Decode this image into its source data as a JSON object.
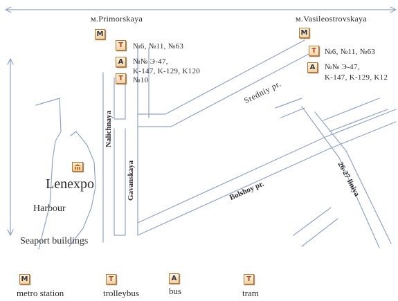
{
  "stations": {
    "primorskaya": {
      "name": "м.Primorskaya",
      "metro_badge": "M",
      "trolley_badge": "T",
      "trolley_routes": "№6, №11, №63",
      "bus_badge": "A",
      "bus_routes_1": "№№ Э-47,",
      "bus_routes_2": "K-147, K-129, K120",
      "tram_badge": "T",
      "tram_routes": "№10"
    },
    "vasileostrovskaya": {
      "name": "м.Vasileostrovskaya",
      "metro_badge": "M",
      "trolley_badge": "T",
      "trolley_routes": "№6, №11, №63",
      "bus_badge": "A",
      "bus_routes_1": "№№ Э-47,",
      "bus_routes_2": "K-147, K-129, K12"
    }
  },
  "streets": {
    "nalichnaya": "Nalichnaya",
    "gavanskaya": "Gavanskaya",
    "sredniy": "Sredniy pr.",
    "bolshoy": "Bolshoy pr.",
    "liniya": "26-27 liniya"
  },
  "places": {
    "lenexpo": "Lenexpo",
    "harbour": "Harbour",
    "seaport": "Seaport buildings"
  },
  "legend": {
    "metro_badge": "M",
    "metro_label": "metro station",
    "trolley_badge": "T",
    "trolley_label": "trolleybus",
    "bus_badge": "A",
    "bus_label": "bus",
    "tram_badge": "T",
    "tram_label": "tram"
  },
  "colors": {
    "road": "#8fa3c6",
    "badge_border": "#b8772d",
    "trolley_letter": "#c2460e"
  },
  "icons": {
    "lenexpo": "exhibition-building-icon"
  }
}
